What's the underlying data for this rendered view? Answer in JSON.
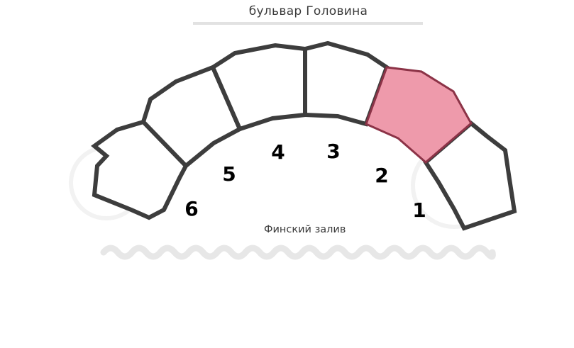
{
  "map": {
    "street_label": "бульвар  Головина",
    "water_label": "Финский залив",
    "colors": {
      "outline": "#3d3d3d",
      "highlight_fill": "#ee9aab",
      "highlight_stroke": "#8c3347",
      "street_line": "#e2e2e2",
      "wave": "#e7e7e7",
      "watermark": "#f2f2f2"
    },
    "sections": [
      {
        "number": "1",
        "highlighted": false
      },
      {
        "number": "2",
        "highlighted": true
      },
      {
        "number": "3",
        "highlighted": false
      },
      {
        "number": "4",
        "highlighted": false
      },
      {
        "number": "5",
        "highlighted": false
      },
      {
        "number": "6",
        "highlighted": false
      }
    ]
  }
}
